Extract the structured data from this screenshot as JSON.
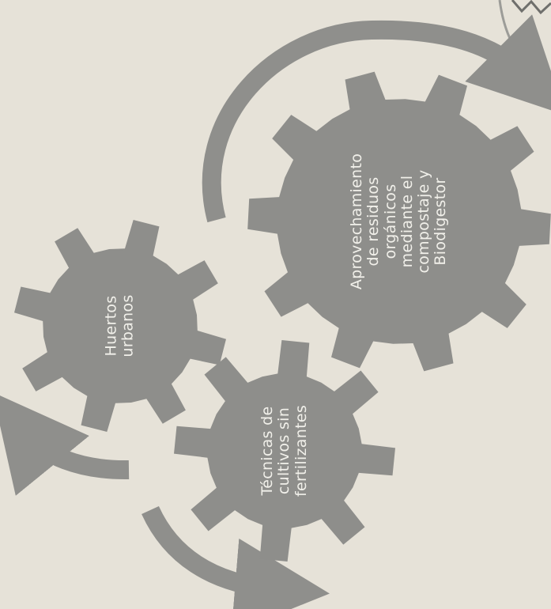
{
  "diagram": {
    "colors": {
      "background": "#e6e2d8",
      "gear": "#8e8e8b",
      "arrow": "#8f8f8c",
      "text": "#f1f0ea"
    },
    "gears": [
      {
        "id": "large",
        "lines": [
          "Aprovechamiento",
          "de residuos",
          "orgánicos",
          "mediante el",
          "compostaje y",
          "Biodigestor"
        ]
      },
      {
        "id": "top-left",
        "lines": [
          "Huertos",
          "urbanos"
        ]
      },
      {
        "id": "bottom",
        "lines": [
          "Técnicas de",
          "cultivos sin",
          "fertilizantes"
        ]
      }
    ]
  }
}
